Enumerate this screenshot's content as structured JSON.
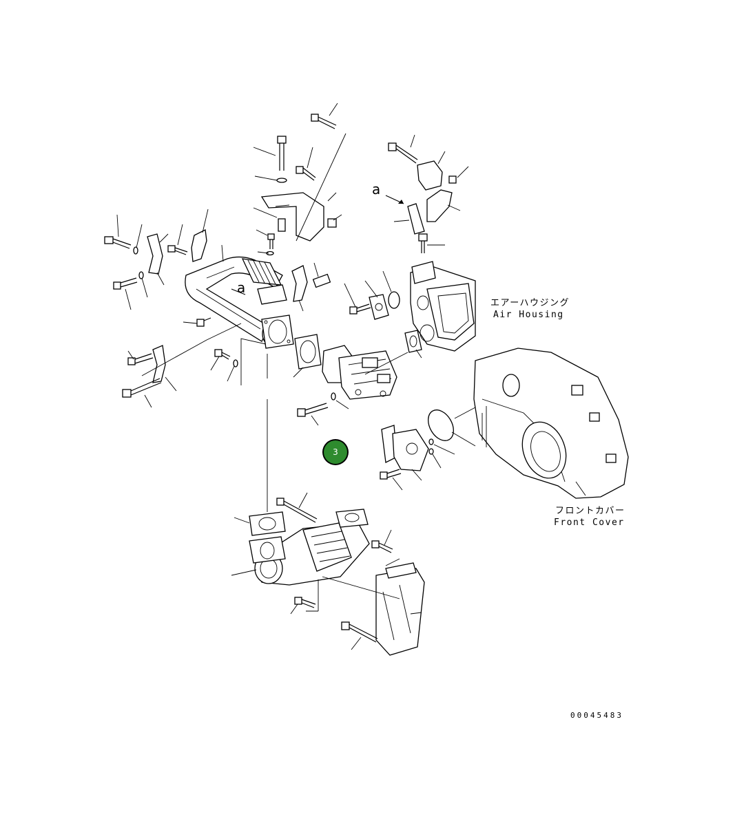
{
  "labels": {
    "air_housing_jp": "エアーハウジング",
    "air_housing_en": "Air Housing",
    "front_cover_jp": "フロントカバー",
    "front_cover_en": "Front Cover",
    "view_ref_a": "a",
    "drawing_number": "00045483"
  },
  "callout": {
    "number": "3",
    "color": "#2e8b2e"
  }
}
